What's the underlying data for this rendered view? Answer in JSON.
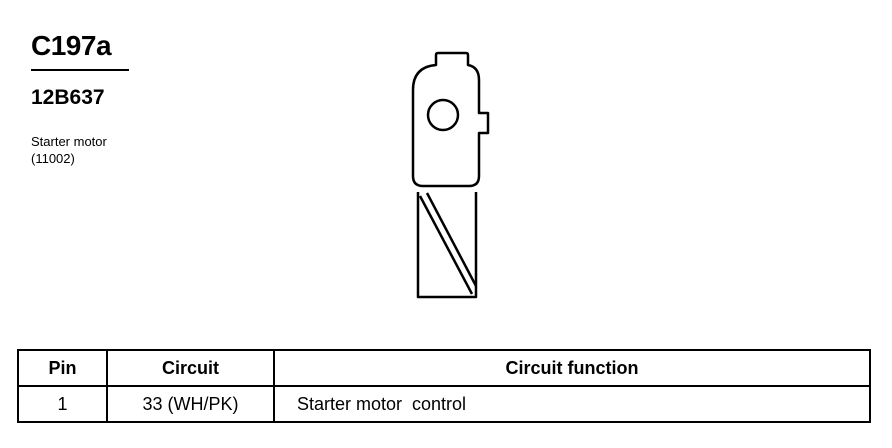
{
  "connector": {
    "id": "C197a",
    "part_number": "12B637",
    "description_lines": [
      "Starter motor",
      "(11002)"
    ]
  },
  "pin_table": {
    "headers": [
      "Pin",
      "Circuit",
      "Circuit function"
    ],
    "rows": [
      {
        "pin": "1",
        "circuit": "33 (WH/PK)",
        "function": "Starter motor  control"
      }
    ]
  }
}
